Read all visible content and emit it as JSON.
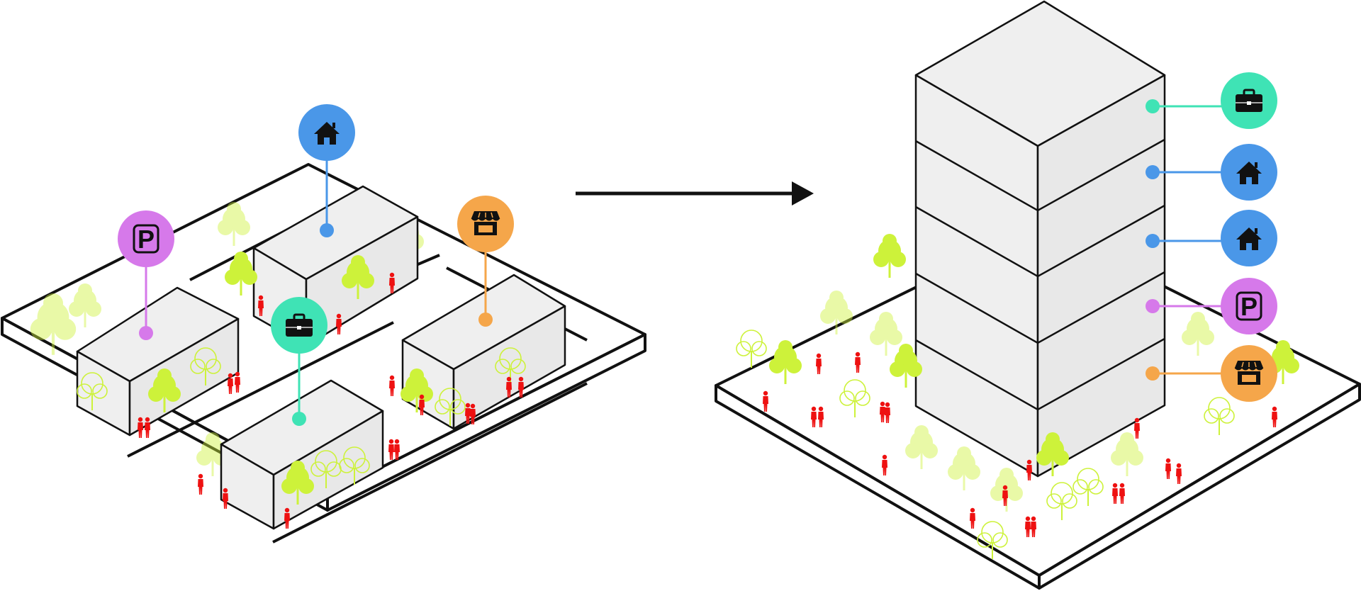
{
  "diagram": {
    "before": {
      "markers": [
        {
          "id": "home",
          "icon": "house-icon",
          "color": "#4a97e8"
        },
        {
          "id": "parking",
          "icon": "parking-icon",
          "color": "#d679ea",
          "letter": "P"
        },
        {
          "id": "shop",
          "icon": "storefront-icon",
          "color": "#f5a64a"
        },
        {
          "id": "work",
          "icon": "briefcase-icon",
          "color": "#3fe3b5"
        }
      ]
    },
    "after": {
      "floors": [
        {
          "id": "work",
          "icon": "briefcase-icon",
          "color": "#3fe3b5"
        },
        {
          "id": "home-upper",
          "icon": "house-icon",
          "color": "#4a97e8"
        },
        {
          "id": "home-lower",
          "icon": "house-icon",
          "color": "#4a97e8"
        },
        {
          "id": "parking",
          "icon": "parking-icon",
          "color": "#d679ea",
          "letter": "P"
        },
        {
          "id": "shop",
          "icon": "storefront-icon",
          "color": "#f5a64a"
        }
      ]
    },
    "arrow": {
      "icon": "arrow-right-icon",
      "color": "#111111"
    },
    "colors": {
      "tree": "#cdf23a",
      "tree_light": "#e3f7a0",
      "people": "#ee1111",
      "building_fill": "#efefef",
      "outline": "#111111",
      "ground": "#ffffff"
    },
    "letters": {
      "parking": "P"
    }
  }
}
